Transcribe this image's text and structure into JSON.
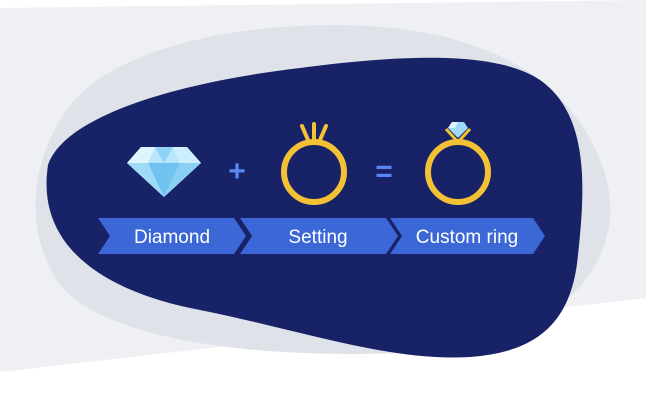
{
  "steps": [
    {
      "label": "Diamond"
    },
    {
      "label": "Setting"
    },
    {
      "label": "Custom ring"
    }
  ],
  "operators": {
    "plus": "+",
    "equals": "="
  },
  "colors": {
    "background": "#ffffff",
    "band_background": "#eef0f4",
    "back_blob": "#dfe2e8",
    "blob": "#182266",
    "chevron": "#3b68d6",
    "operator": "#5a86f2",
    "gold": "#f2c234",
    "diamond": "#9fdaf7"
  },
  "icons": [
    "diamond-icon",
    "ring-setting-icon",
    "custom-ring-icon"
  ]
}
